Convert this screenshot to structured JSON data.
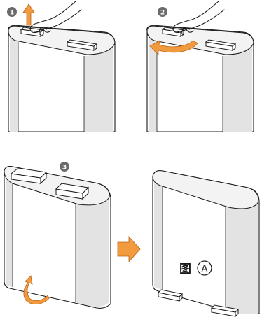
{
  "steps": [
    {
      "number": "1"
    },
    {
      "number": "2"
    },
    {
      "number": "3"
    }
  ],
  "figure_label": "图",
  "figure_letter": "A",
  "colors": {
    "arrow": "#f19a3e",
    "badge": "#6b6b6b",
    "line": "#1a1a1a"
  }
}
